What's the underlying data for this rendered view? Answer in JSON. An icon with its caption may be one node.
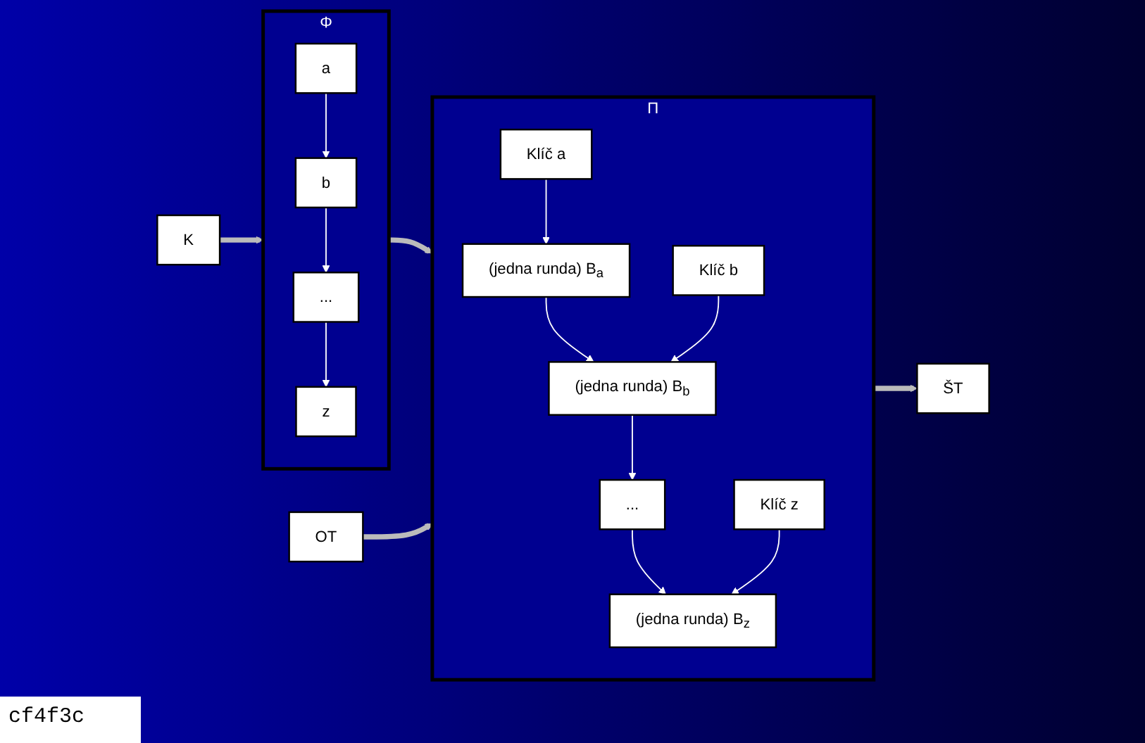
{
  "diagram": {
    "nodes": [
      {
        "text": [
          "K"
        ]
      },
      {
        "text": [
          "Φ"
        ]
      },
      {
        "text": [
          "a"
        ],
        "in": 1
      },
      {
        "text": [
          "b"
        ],
        "in": 1
      },
      {
        "text": [
          "..."
        ],
        "in": 1
      },
      {
        "text": [
          "z"
        ],
        "in": 1
      },
      {
        "text": [
          "OT"
        ]
      },
      {
        "text": [
          "Π"
        ]
      },
      {
        "text": [
          "Klíč a"
        ],
        "in": 7
      },
      {
        "text": [
          "(jedna runda) B$_{a}$"
        ],
        "in": 7
      },
      {
        "text": [
          "Klíč b"
        ],
        "in": 7
      },
      {
        "text": [
          "(jedna runda) B$_{b}$"
        ],
        "in": 7
      },
      {
        "text": [
          "..."
        ],
        "in": 7
      },
      {
        "text": [
          "Klíč z"
        ],
        "in": 7
      },
      {
        "text": [
          "(jedna runda) B$_{z}$"
        ],
        "in": 7
      },
      {
        "text": [
          "ŠT"
        ]
      }
    ],
    "edges": [
      {
        "from": 0,
        "to": 1,
        "arrow": "to",
        "style": "thick"
      },
      {
        "from": 2,
        "to": 3,
        "arrow": "to"
      },
      {
        "from": 3,
        "to": 4,
        "arrow": "to"
      },
      {
        "from": 4,
        "to": 5,
        "arrow": "to"
      },
      {
        "from": 1,
        "to": 7,
        "arrow": "to",
        "style": "thick"
      },
      {
        "from": 6,
        "to": 7,
        "arrow": "to",
        "style": "thick"
      },
      {
        "from": 8,
        "to": 9,
        "arrow": "to"
      },
      {
        "from": 9,
        "to": 11,
        "arrow": "to"
      },
      {
        "from": 10,
        "to": 11,
        "arrow": "to"
      },
      {
        "from": 11,
        "to": 12,
        "arrow": "to"
      },
      {
        "from": 12,
        "to": 14,
        "arrow": "to"
      },
      {
        "from": 13,
        "to": 14,
        "arrow": "to"
      },
      {
        "from": 7,
        "to": 15,
        "arrow": "to",
        "style": "thick"
      }
    ],
    "labels": [
      "cf4f3c"
    ]
  }
}
